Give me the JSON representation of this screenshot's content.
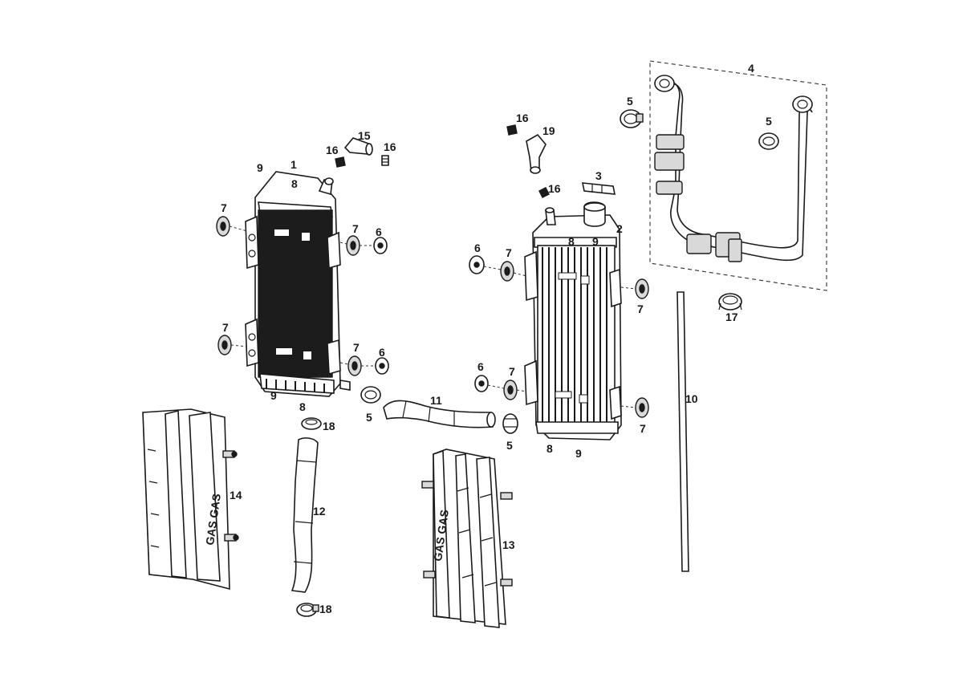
{
  "diagram": {
    "brand_mark": "GAS GAS",
    "callouts": [
      {
        "id": "c1",
        "text": "1"
      },
      {
        "id": "c2",
        "text": "2"
      },
      {
        "id": "c3",
        "text": "3"
      },
      {
        "id": "c4",
        "text": "4"
      },
      {
        "id": "c5a",
        "text": "5"
      },
      {
        "id": "c5b",
        "text": "5"
      },
      {
        "id": "c5c",
        "text": "5"
      },
      {
        "id": "c5d",
        "text": "5"
      },
      {
        "id": "c6a",
        "text": "6"
      },
      {
        "id": "c6b",
        "text": "6"
      },
      {
        "id": "c6c",
        "text": "6"
      },
      {
        "id": "c6d",
        "text": "6"
      },
      {
        "id": "c7a",
        "text": "7"
      },
      {
        "id": "c7b",
        "text": "7"
      },
      {
        "id": "c7c",
        "text": "7"
      },
      {
        "id": "c7d",
        "text": "7"
      },
      {
        "id": "c7e",
        "text": "7"
      },
      {
        "id": "c7f",
        "text": "7"
      },
      {
        "id": "c7g",
        "text": "7"
      },
      {
        "id": "c7h",
        "text": "7"
      },
      {
        "id": "c8a",
        "text": "8"
      },
      {
        "id": "c8b",
        "text": "8"
      },
      {
        "id": "c8c",
        "text": "8"
      },
      {
        "id": "c8d",
        "text": "8"
      },
      {
        "id": "c9a",
        "text": "9"
      },
      {
        "id": "c9b",
        "text": "9"
      },
      {
        "id": "c9c",
        "text": "9"
      },
      {
        "id": "c9d",
        "text": "9"
      },
      {
        "id": "c10",
        "text": "10"
      },
      {
        "id": "c11",
        "text": "11"
      },
      {
        "id": "c12",
        "text": "12"
      },
      {
        "id": "c13",
        "text": "13"
      },
      {
        "id": "c14",
        "text": "14"
      },
      {
        "id": "c15",
        "text": "15"
      },
      {
        "id": "c16a",
        "text": "16"
      },
      {
        "id": "c16b",
        "text": "16"
      },
      {
        "id": "c16c",
        "text": "16"
      },
      {
        "id": "c16d",
        "text": "16"
      },
      {
        "id": "c17",
        "text": "17"
      },
      {
        "id": "c18a",
        "text": "18"
      },
      {
        "id": "c18b",
        "text": "18"
      },
      {
        "id": "c19",
        "text": "19"
      }
    ]
  }
}
